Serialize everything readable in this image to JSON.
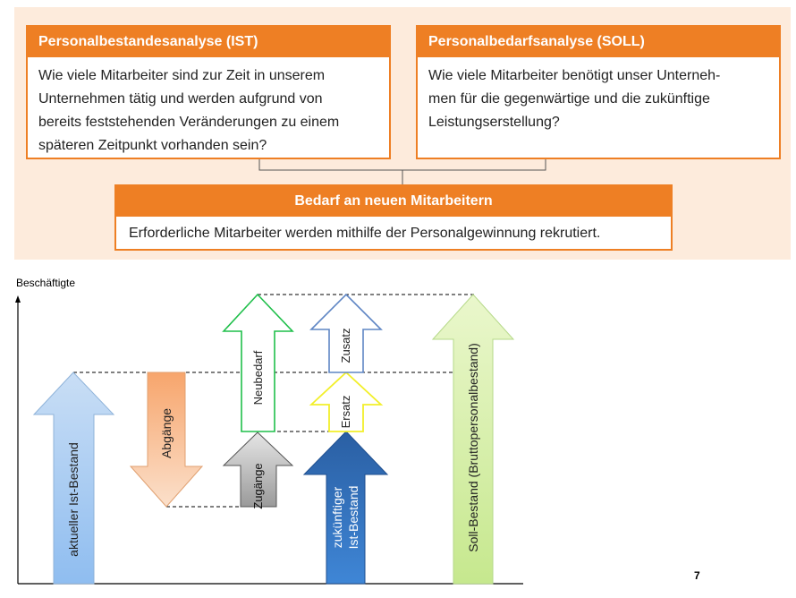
{
  "boxes": {
    "ist": {
      "title": "Personalbestandesanalyse (IST)",
      "lines": [
        "Wie viele Mitarbeiter sind zur Zeit in unserem",
        "Unternehmen tätig und werden aufgrund von",
        "bereits feststehenden Veränderungen zu einem",
        "späteren Zeitpunkt vorhanden sein?"
      ]
    },
    "soll": {
      "title": "Personalbedarfsanalyse (SOLL)",
      "lines": [
        "Wie viele Mitarbeiter benötigt unser Unterneh-",
        "men für die gegenwärtige und die zukünftige",
        "Leistungserstellung?"
      ]
    },
    "bedarf": {
      "title": "Bedarf an neuen Mitarbeitern",
      "text": "Erforderliche Mitarbeiter werden mithilfe der Personalgewinnung rekrutiert."
    }
  },
  "diagram": {
    "y_axis_label": "Beschäftigte",
    "arrows": {
      "aktueller_ist_bestand": "aktueller Ist-Bestand",
      "abgaenge": "Abgänge",
      "zugaenge": "Zugänge",
      "neubedarf": "Neubedarf",
      "zukuenftiger_ist_bestand_line1": "zukünftiger",
      "zukuenftiger_ist_bestand_line2": "Ist-Bestand",
      "ersatz": "Ersatz",
      "zusatz": "Zusatz",
      "soll_bestand": "Soll-Bestand (Bruttopersonalbestand)"
    }
  },
  "page_number": "7",
  "colors": {
    "orange": "#ee7f24",
    "panel_background": "#fdebdc",
    "ist_arrow": "#9ec6f0",
    "abgaenge_arrow": "#f9b987",
    "zugaenge_arrow": "#bdbdbd",
    "neubedarf_outline": "#1fbf4a",
    "zukuenftig_arrow": "#2f6eb5",
    "ersatz_outline": "#f2ef2a",
    "zusatz_outline": "#5f86c4",
    "soll_arrow": "#d6f0a4"
  }
}
